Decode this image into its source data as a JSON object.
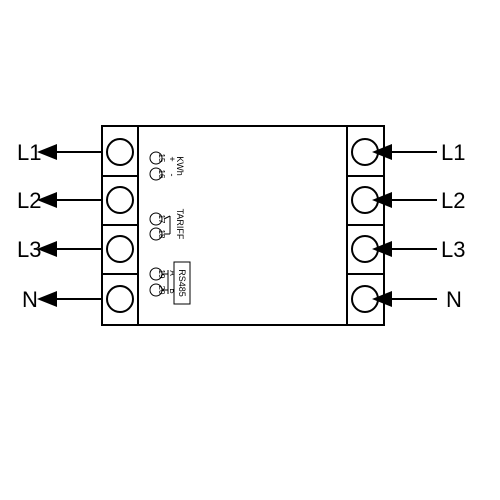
{
  "left_terminals": [
    {
      "label": "L1"
    },
    {
      "label": "L2"
    },
    {
      "label": "L3"
    },
    {
      "label": "N"
    }
  ],
  "right_terminals": [
    {
      "label": "L1"
    },
    {
      "label": "L2"
    },
    {
      "label": "L3"
    },
    {
      "label": "N"
    }
  ],
  "center_panel": {
    "kwh": {
      "terminals": [
        "15",
        "16"
      ],
      "signs": [
        "+",
        "-"
      ],
      "label": "KWh"
    },
    "tariff": {
      "terminals": [
        "17",
        "18"
      ],
      "label": "TARIFF"
    },
    "rs485": {
      "terminals": [
        "19",
        "20"
      ],
      "pins": [
        "A",
        "B"
      ],
      "label": "RS485"
    }
  }
}
